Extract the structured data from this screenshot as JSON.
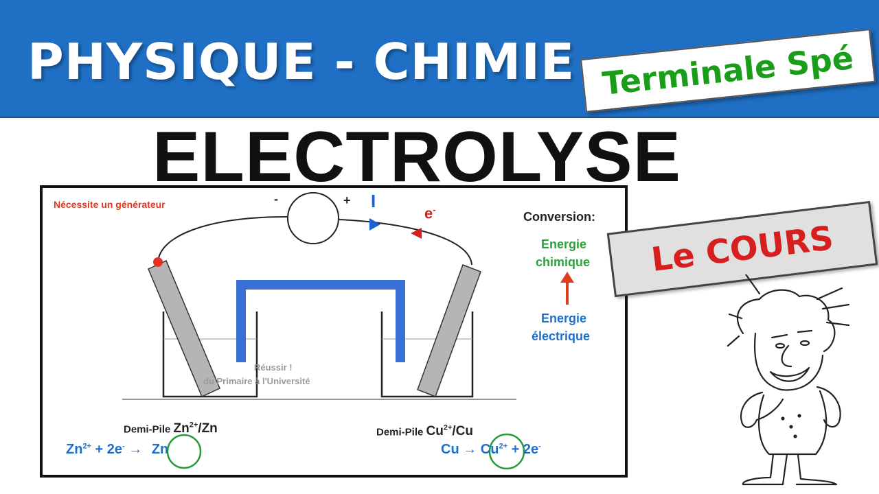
{
  "header": {
    "title": "PHYSIQUE - CHIMIE",
    "level_tag": "Terminale Spé"
  },
  "subject": "ELECTROLYSE",
  "diagram": {
    "generator_note": "Nécessite un générateur",
    "minus_sign": "-",
    "plus_sign": "+",
    "current_label": "I",
    "electron_label": "e",
    "electron_sup": "-",
    "conversion": {
      "title": "Conversion:",
      "top_line1": "Energie",
      "top_line2": "chimique",
      "bottom_line1": "Energie",
      "bottom_line2": "électrique"
    },
    "watermark_line1": "Réussir !",
    "watermark_line2": "du Primaire à l'Université",
    "left_half_cell": {
      "label": "Demi-Pile",
      "couple": "Zn",
      "couple_sup": "2+",
      "couple_rest": "/Zn",
      "eq_ion": "Zn",
      "eq_ion_sup": "2+",
      "eq_middle": "+ 2e",
      "eq_middle_sup": "-",
      "arrow": "→",
      "eq_product": "Zn"
    },
    "right_half_cell": {
      "label": "Demi-Pile",
      "couple": "Cu",
      "couple_sup": "2+",
      "couple_rest": "/Cu",
      "eq_reactant": "Cu",
      "arrow": "→",
      "eq_ion": "Cu",
      "eq_ion_sup": "2+",
      "eq_rest": "+ 2e",
      "eq_rest_sup": "-"
    }
  },
  "course_tag": "Le COURS",
  "colors": {
    "banner": "#1f6fc4",
    "level_green": "#1a9e1a",
    "salt_bridge": "#3a6fd6",
    "electrode": "#b5b5b5",
    "red": "#d81f1f",
    "green_text": "#2aa33a",
    "blue_text": "#1e6fd0",
    "highlight": "#239a37"
  },
  "icons": [
    "generator-icon",
    "current-arrow-icon",
    "electron-arrow-icon",
    "up-arrow-icon",
    "cartoon-professor-icon"
  ]
}
